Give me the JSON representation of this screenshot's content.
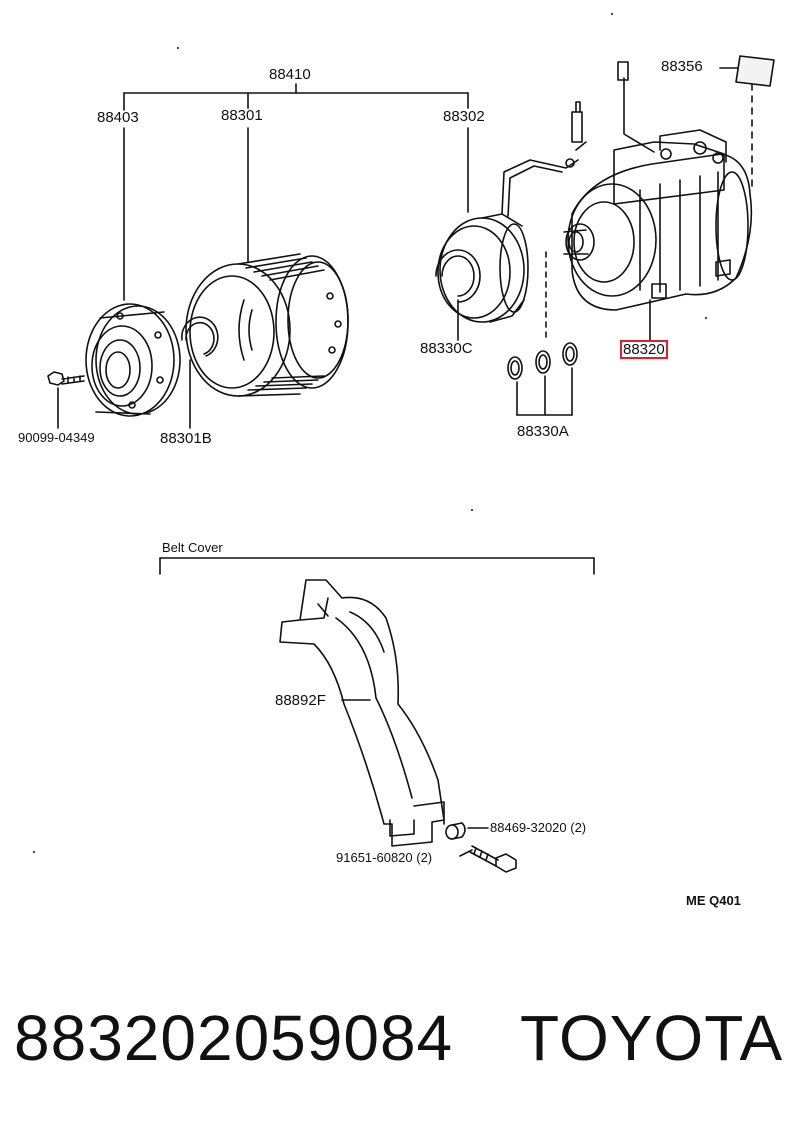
{
  "labels": {
    "assembly": "88410",
    "hub": "88403",
    "pulley": "88301",
    "coil": "88302",
    "label_plate": "88356",
    "bolt": "90099-04349",
    "snap_ring_pulley": "88301B",
    "snap_ring_coil": "88330C",
    "shims": "88330A",
    "compressor": "88320",
    "belt_cover_part": "88892F",
    "collar": "88469-32020 (2)",
    "cover_bolt": "91651-60820 (2)"
  },
  "section_title": "Belt Cover",
  "diagram_code": "ME Q401",
  "footer": {
    "part_number": "883202059084",
    "brand": "TOYOTA"
  },
  "highlight_color": "#d9232e"
}
